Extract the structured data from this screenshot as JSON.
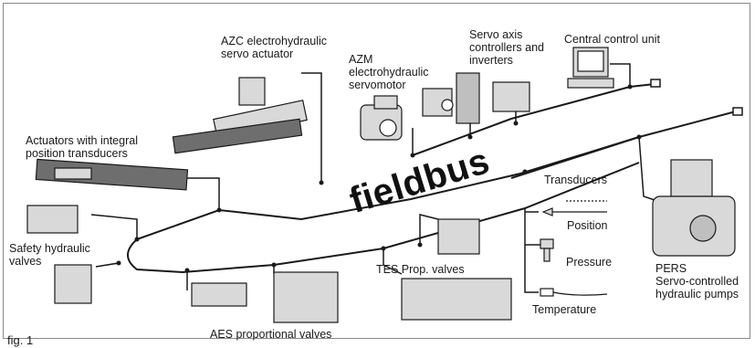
{
  "title": "fieldbus",
  "figure_label": "fig. 1",
  "labels": {
    "azc": "AZC electrohydraulic\nservo actuator",
    "azm": "AZM\nelectrohydraulic\nservomotor",
    "servo_axis": "Servo axis\ncontrollers and\ninverters",
    "central": "Central control unit",
    "actuators": "Actuators with integral\nposition transducers",
    "safety": "Safety hydraulic\nvalves",
    "transducers": "Transducers",
    "position": "Position",
    "pressure": "Pressure",
    "temperature": "Temperature",
    "tes": "TES Prop. valves",
    "aes": "AES proportional valves",
    "pers": "PERS\nServo-controlled\nhydraulic pumps"
  },
  "colors": {
    "line": "#1a1a1a",
    "device_fill": "#d9d9d9",
    "device_dark": "#6e6e6e",
    "border": "#8a8a8a"
  }
}
